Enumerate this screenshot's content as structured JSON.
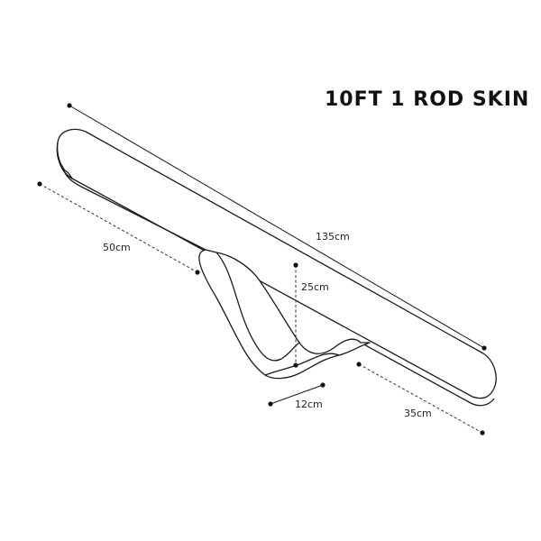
{
  "title": "10FT 1 ROD SKIN",
  "dimensions": {
    "overall_length": "135cm",
    "left_section": "50cm",
    "skirt_height": "25cm",
    "bottom_width": "12cm",
    "right_section": "35cm"
  },
  "colors": {
    "stroke": "#1a1a1a",
    "dashed": "#333333",
    "fill": "#ffffff"
  }
}
